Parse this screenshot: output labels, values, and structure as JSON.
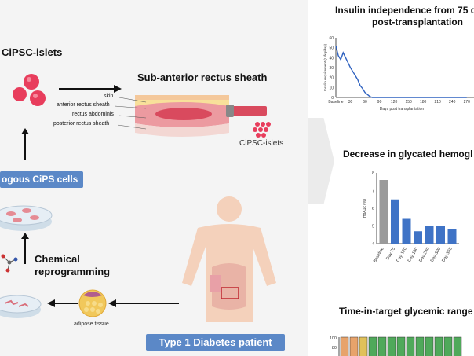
{
  "left": {
    "islets_label": "CiPSC-islets",
    "sheath_title": "Sub-anterior rectus sheath",
    "layers": [
      "skin",
      "anterior rectus sheath",
      "rectus abdominis",
      "posterior rectus sheath"
    ],
    "islets_label_2": "CiPSC-islets",
    "cips_banner": "ogous CiPS cells",
    "reprogramming_1": "Chemical",
    "reprogramming_2": "reprogramming",
    "adipose_label": "adipose tissue",
    "patient_banner": "Type 1 Diabetes patient"
  },
  "right": {
    "insulin_title_1": "Insulin independence from 75 d",
    "insulin_title_2": "post-transplantation",
    "hba1c_title": "Decrease in glycated hemogl",
    "tir_title": "Time-in-target glycemic range"
  },
  "chart_data": [
    {
      "type": "line",
      "xlabel": "Days post transplantation",
      "ylabel": "Insulin requirement (U/kg/day)",
      "x_ticks": [
        "Baseline",
        "30",
        "60",
        "90",
        "120",
        "150",
        "180",
        "210",
        "240",
        "270"
      ],
      "y_ticks": [
        "0",
        "10",
        "20",
        "30",
        "40",
        "50",
        "60"
      ],
      "ylim": [
        0,
        60
      ],
      "x": [
        0,
        5,
        10,
        15,
        20,
        25,
        30,
        35,
        40,
        45,
        50,
        55,
        60,
        65,
        70,
        75,
        90,
        120,
        150,
        180,
        210,
        240,
        270
      ],
      "y": [
        52,
        42,
        38,
        45,
        40,
        35,
        30,
        26,
        22,
        18,
        12,
        9,
        5,
        3,
        1,
        0,
        0,
        0,
        0,
        0,
        0,
        0,
        0
      ]
    },
    {
      "type": "bar",
      "ylabel": "HbA1c (%)",
      "ylim": [
        4,
        8
      ],
      "y_ticks": [
        "4",
        "5",
        "6",
        "7",
        "8"
      ],
      "categories": [
        "Baseline",
        "Day 75",
        "Day 120",
        "Day 180",
        "Day 240",
        "Day 300",
        "Day 365"
      ],
      "values": [
        7.6,
        6.5,
        5.4,
        4.7,
        5.0,
        5.0,
        4.8
      ],
      "colors": [
        "#9a9a9a",
        "#3f73c6",
        "#3f73c6",
        "#3f73c6",
        "#3f73c6",
        "#3f73c6",
        "#3f73c6"
      ]
    },
    {
      "type": "bar",
      "y_ticks": [
        "100",
        "80"
      ],
      "values": [
        100,
        100,
        100,
        100,
        100,
        100,
        100,
        100,
        100,
        100,
        100,
        100,
        100
      ],
      "colors": [
        "#e7a36b",
        "#e7a36b",
        "#e0c15a",
        "#4fa95a",
        "#4fa95a",
        "#4fa95a",
        "#4fa95a",
        "#4fa95a",
        "#4fa95a",
        "#4fa95a",
        "#4fa95a",
        "#4fa95a",
        "#4fa95a"
      ]
    }
  ]
}
